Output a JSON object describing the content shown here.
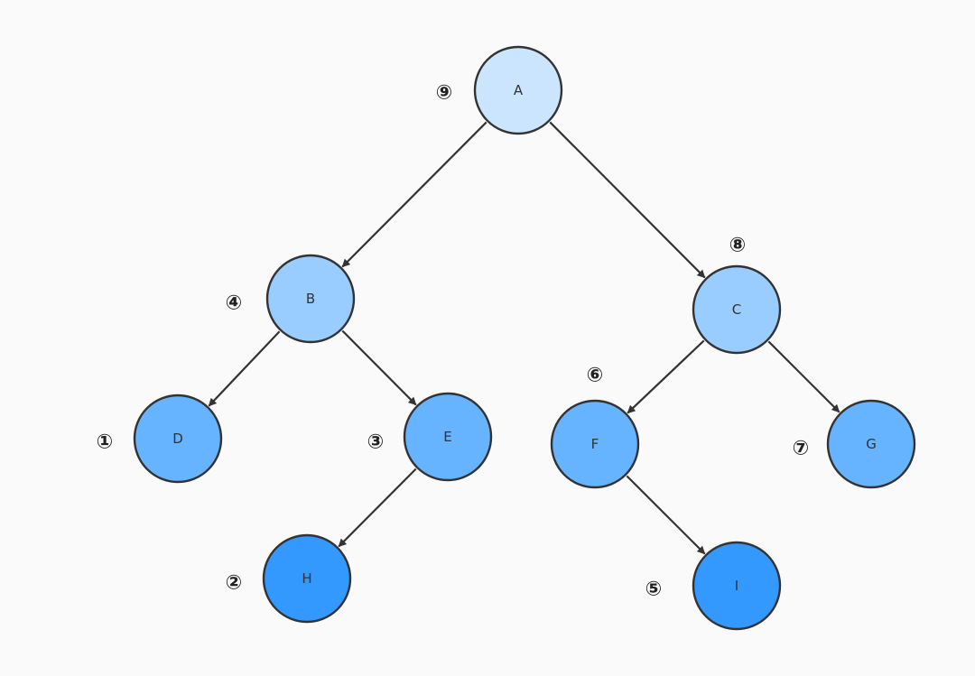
{
  "diagram": {
    "nodes": [
      {
        "id": "A",
        "label": "A",
        "order": "⑨",
        "fill": "#cce5ff"
      },
      {
        "id": "B",
        "label": "B",
        "order": "④",
        "fill": "#99ccff"
      },
      {
        "id": "C",
        "label": "C",
        "order": "⑧",
        "fill": "#99ccff"
      },
      {
        "id": "D",
        "label": "D",
        "order": "①",
        "fill": "#66b3ff"
      },
      {
        "id": "E",
        "label": "E",
        "order": "③",
        "fill": "#66b3ff"
      },
      {
        "id": "F",
        "label": "F",
        "order": "⑥",
        "fill": "#66b3ff"
      },
      {
        "id": "G",
        "label": "G",
        "order": "⑦",
        "fill": "#66b3ff"
      },
      {
        "id": "H",
        "label": "H",
        "order": "②",
        "fill": "#3399ff"
      },
      {
        "id": "I",
        "label": "I",
        "order": "⑤",
        "fill": "#3399ff"
      }
    ],
    "edges": [
      {
        "from": "A",
        "to": "B"
      },
      {
        "from": "A",
        "to": "C"
      },
      {
        "from": "B",
        "to": "D"
      },
      {
        "from": "B",
        "to": "E"
      },
      {
        "from": "E",
        "to": "H"
      },
      {
        "from": "C",
        "to": "F"
      },
      {
        "from": "C",
        "to": "G"
      },
      {
        "from": "F",
        "to": "I"
      }
    ],
    "colors": {
      "stroke": "#333333",
      "background": "#fafafa"
    }
  }
}
